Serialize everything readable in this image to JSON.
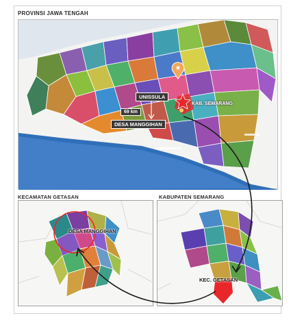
{
  "title": "PROVINSI JAWA TENGAH",
  "panels": {
    "kecamatan": "KECAMATAN GETASAN",
    "kabupaten": "KABUPATEN SEMARANG"
  },
  "labels": {
    "unissula": "UNISSULA",
    "distance": "69 km",
    "desa_manggihan_top": "DESA MANGGIHAN",
    "kab_semarang": "KAB. SEMARANG",
    "desa_manggihan_left": "DESA MANGGIHAN",
    "kec_getasan": "KEC. GETASAN"
  },
  "colors": {
    "sea": "#2f6fb8",
    "marker": "#f2a65a",
    "highlight": "#e8272b",
    "arrow": "#1a1a1a"
  },
  "icons": [
    "location-pin-icon",
    "star-marker-icon",
    "curved-arrow-icon"
  ]
}
